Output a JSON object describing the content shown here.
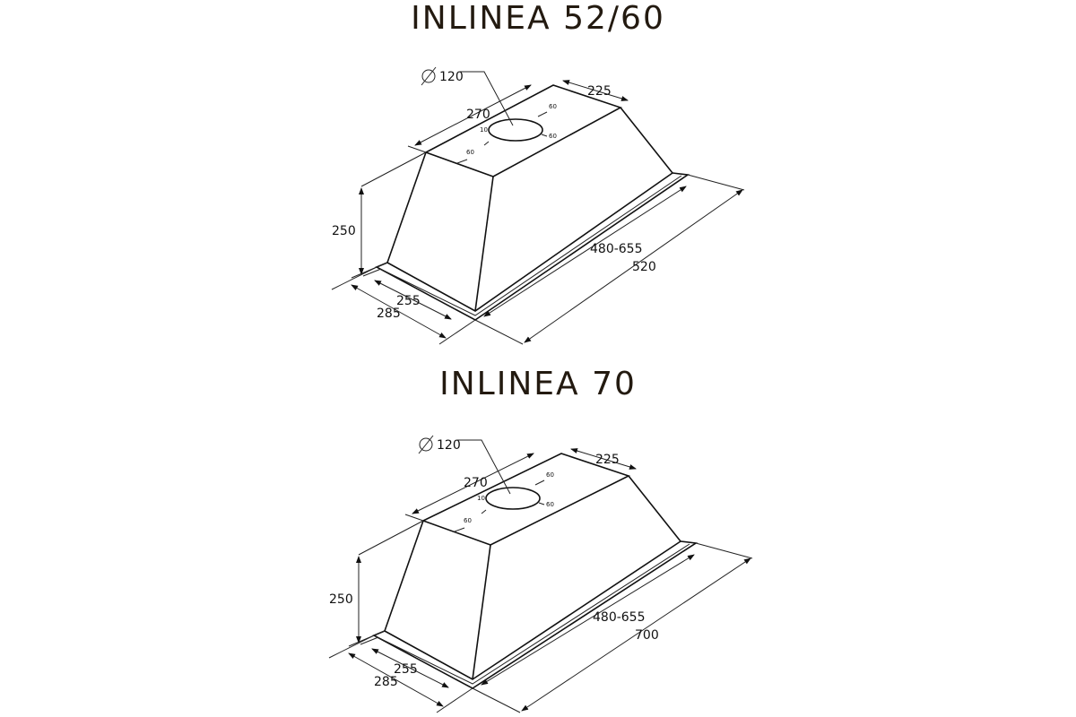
{
  "models": [
    {
      "title": "INLINEA 52/60",
      "dims": {
        "diameter": "120",
        "top_depth": "270",
        "top_width": "225",
        "height": "250",
        "depth_inner": "255",
        "depth_outer": "285",
        "width_range": "480-655",
        "width": "520",
        "offset_a": "60",
        "offset_b": "60",
        "offset_c": "60",
        "offset_d": "10"
      }
    },
    {
      "title": "INLINEA 70",
      "dims": {
        "diameter": "120",
        "top_depth": "270",
        "top_width": "225",
        "height": "250",
        "depth_inner": "255",
        "depth_outer": "285",
        "width_range": "480-655",
        "width": "700",
        "offset_a": "60",
        "offset_b": "60",
        "offset_c": "60",
        "offset_d": "10"
      }
    }
  ],
  "diameter_symbol": "⌀"
}
